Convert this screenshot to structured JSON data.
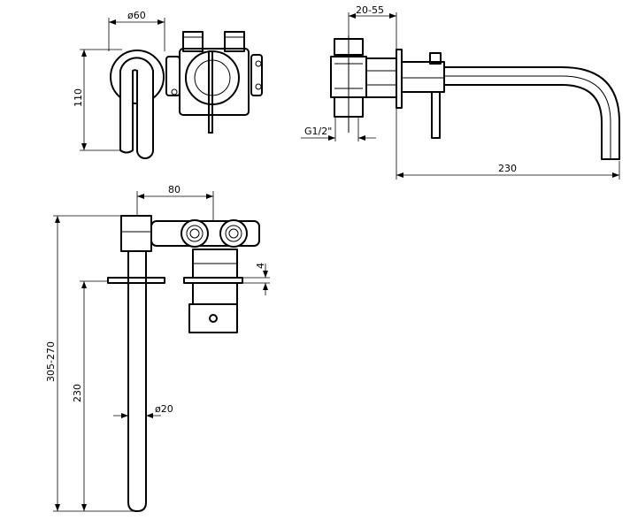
{
  "dimensions": {
    "top_diameter": "ø60",
    "height": "110",
    "depth_range": "20-55",
    "thread": "G1/2\"",
    "spout_reach": "230",
    "handle_spacing": "80",
    "plate_thickness": "4",
    "total_length": "305-270",
    "spout_length": "230",
    "spout_diameter": "ø20"
  }
}
